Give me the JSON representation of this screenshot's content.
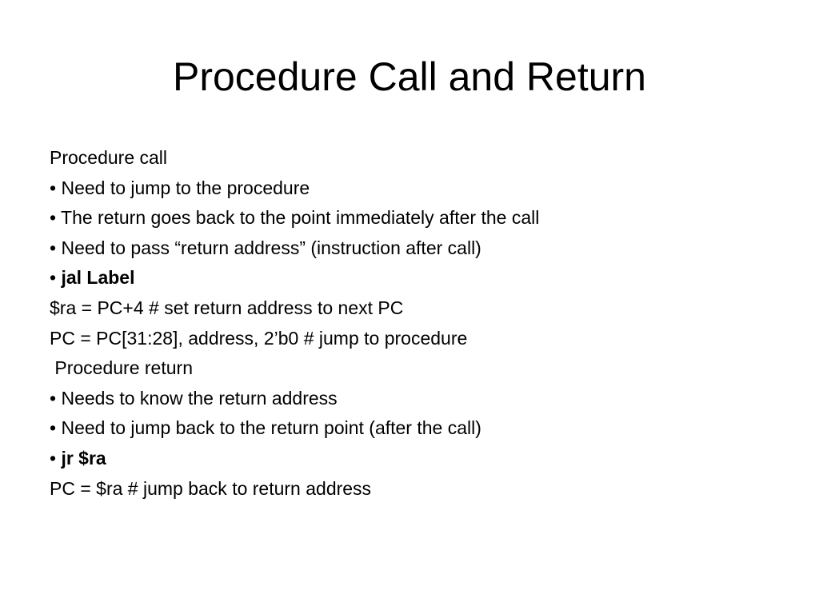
{
  "slide": {
    "title": "Procedure Call and Return",
    "lines": [
      {
        "bullet": "",
        "text": "Procedure call",
        "bold": false
      },
      {
        "bullet": "• ",
        "text": "Need to jump to the procedure",
        "bold": false
      },
      {
        "bullet": "• ",
        "text": "The return goes back to the point immediately after the call",
        "bold": false
      },
      {
        "bullet": "• ",
        "text": "Need to pass “return address” (instruction after call)",
        "bold": false
      },
      {
        "bullet": "• ",
        "text": "jal Label",
        "bold": true
      },
      {
        "bullet": "",
        "text": "$ra = PC+4 # set return address to next PC",
        "bold": false
      },
      {
        "bullet": "",
        "text": "PC = PC[31:28], address, 2’b0 # jump to procedure",
        "bold": false
      },
      {
        "bullet": "",
        "text": " Procedure return",
        "bold": false
      },
      {
        "bullet": "• ",
        "text": "Needs to know the return address",
        "bold": false
      },
      {
        "bullet": "• ",
        "text": "Need to jump back to the return point (after the call)",
        "bold": false
      },
      {
        "bullet": "• ",
        "text": "jr $ra",
        "bold": true
      },
      {
        "bullet": "",
        "text": "PC = $ra # jump back to return address",
        "bold": false
      }
    ]
  }
}
